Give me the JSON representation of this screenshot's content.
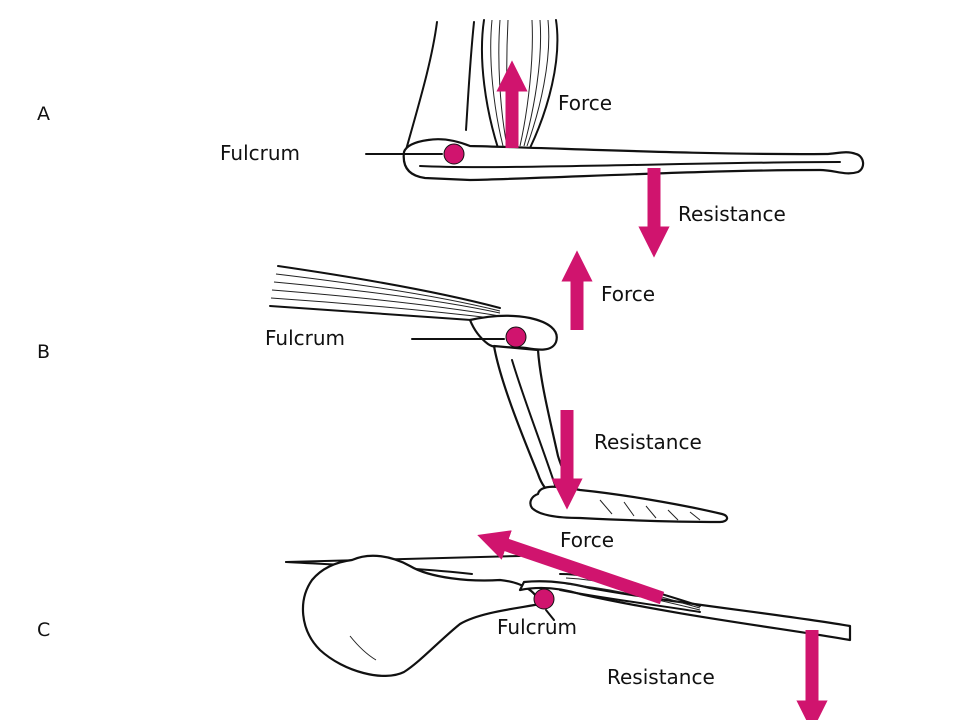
{
  "colors": {
    "arrow": "#d0146e",
    "ink": "#111111",
    "background": "#ffffff"
  },
  "panels": [
    {
      "letter": "A",
      "fulcrum": "Fulcrum",
      "force": "Force",
      "resistance": "Resistance"
    },
    {
      "letter": "B",
      "fulcrum": "Fulcrum",
      "force": "Force",
      "resistance": "Resistance"
    },
    {
      "letter": "C",
      "fulcrum": "Fulcrum",
      "force": "Force",
      "resistance": "Resistance"
    }
  ]
}
